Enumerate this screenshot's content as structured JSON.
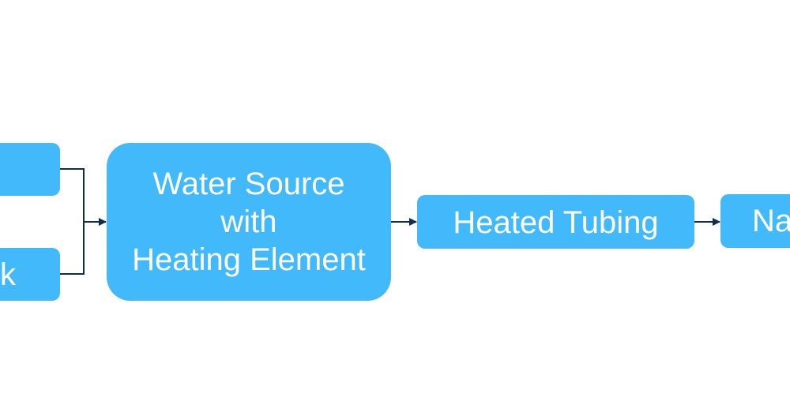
{
  "diagram": {
    "nodes": {
      "top_left": {
        "label": ""
      },
      "bottom_left": {
        "label": "k"
      },
      "source": {
        "line1": "Water Source",
        "line2": "with",
        "line3": "Heating Element"
      },
      "tubing": {
        "label": "Heated Tubing"
      },
      "next": {
        "label": "Na"
      }
    },
    "edges": [
      {
        "from": "top_left",
        "to": "source"
      },
      {
        "from": "bottom_left",
        "to": "source"
      },
      {
        "from": "source",
        "to": "tubing"
      },
      {
        "from": "tubing",
        "to": "next"
      }
    ]
  },
  "colors": {
    "node_fill": "#41b9fb",
    "node_text": "#ffffff",
    "connector": "#0f2d4c"
  }
}
